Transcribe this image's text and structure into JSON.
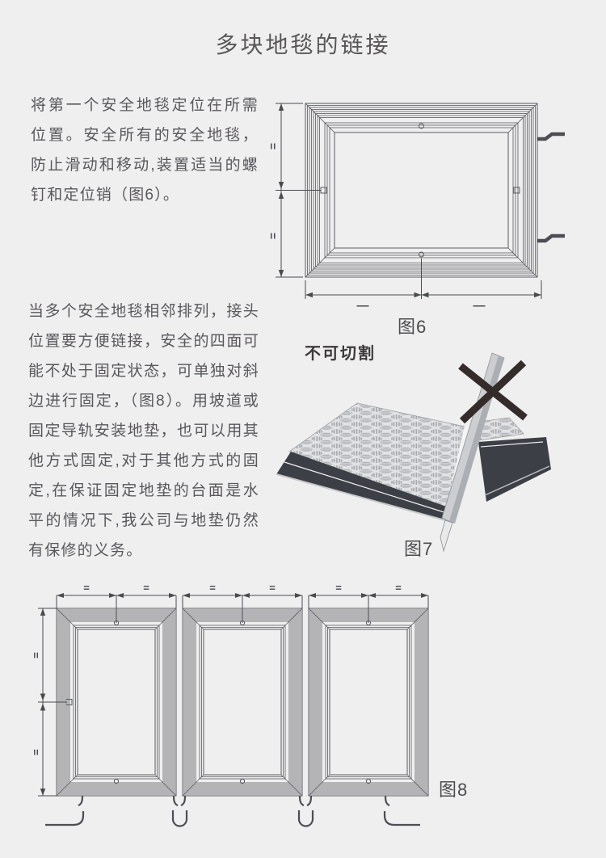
{
  "page": {
    "title": "多块地毯的链接",
    "background_color": "#efeff0",
    "text_color": "#59575a",
    "line_color": "#5a5b60"
  },
  "paragraphs": {
    "p1": "将第一个安全地毯定位在所需位置。安全所有的安全地毯，防止滑动和移动,装置适当的螺钉和定位销（图6）。",
    "p2": "当多个安全地毯相邻排列，接头位置要方便链接，安全的四面可能不处于固定状态，可单独对斜边进行固定，（图8）。用坡道或固定导轨安装地垫，也可以用其他方式固定,对于其他方式的固定,在保证固定地垫的台面是水平的情况下,我公司与地垫仍然有保修的义务。"
  },
  "figures": {
    "fig6": {
      "caption": "图6",
      "description": "single-safety-mat-plan-drawing-with-dimension-lines-pins-and-side-hooks",
      "equal_mark": "=",
      "dash_mark": "—"
    },
    "fig7": {
      "caption": "图7",
      "no_cut_label": "不可切割",
      "description": "do-not-cut-illustration-blade-cutting-mat-corner-crossed-out",
      "x_color": "#342b2b",
      "ramp_color": "#3d3f46"
    },
    "fig8": {
      "caption": "图8",
      "description": "three-safety-mats-linked-in-a-row-with-connector-hooks",
      "equal_mark": "="
    }
  }
}
